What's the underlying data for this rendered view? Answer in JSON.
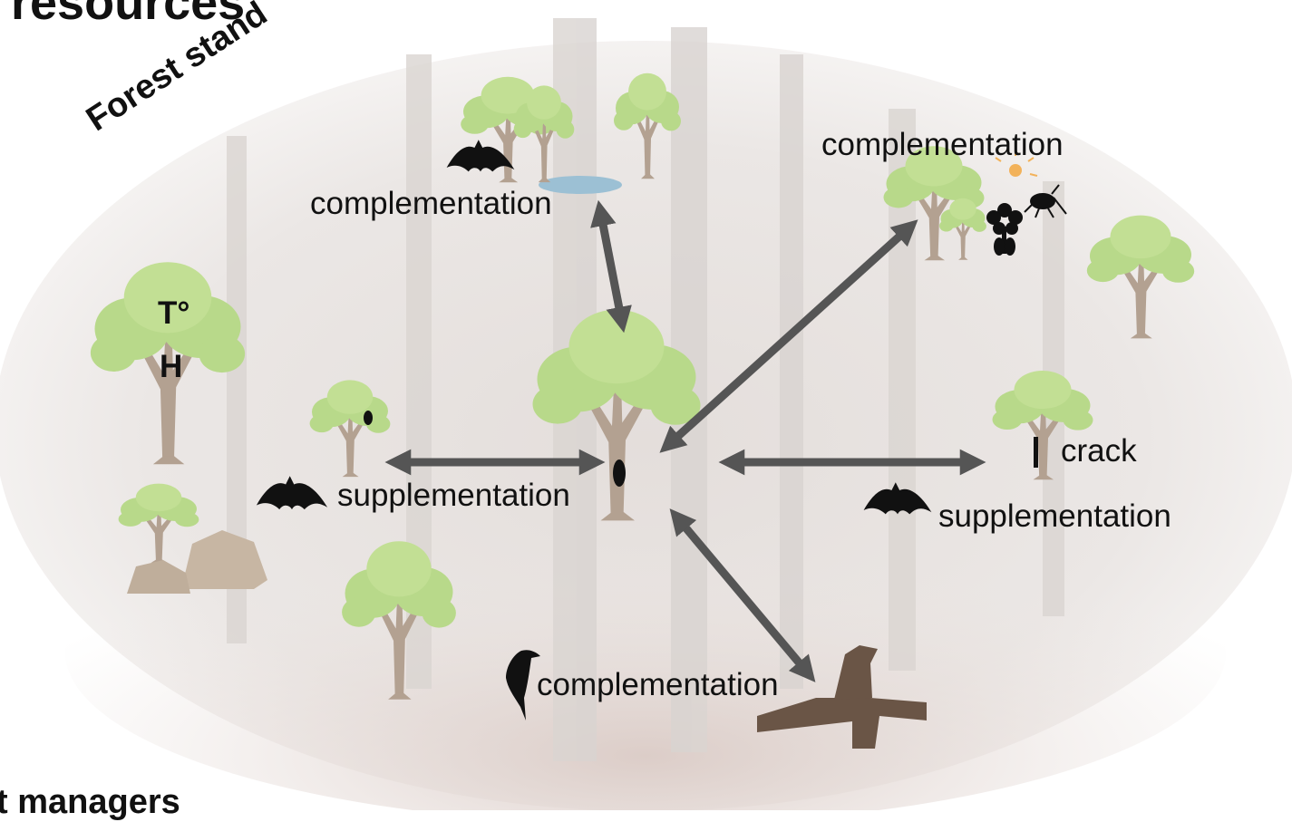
{
  "title": "resources",
  "footer": "t managers",
  "forest_stand_label": "Forest stand",
  "microclimate": {
    "temperature": "T°",
    "humidity": "H"
  },
  "relations": {
    "pond": "complementation",
    "open_area": "complementation",
    "tree_cavity": "supplementation",
    "crack_tree": "supplementation",
    "deadwood": "complementation"
  },
  "crack_label": "crack",
  "colors": {
    "foliage": "#b8d98a",
    "trunk": "#b3a191",
    "arrow": "#555555",
    "background": "#e6e1de",
    "water": "#9cc0d4",
    "rock": "#c7b6a3",
    "deadwood": "#6a5546"
  }
}
